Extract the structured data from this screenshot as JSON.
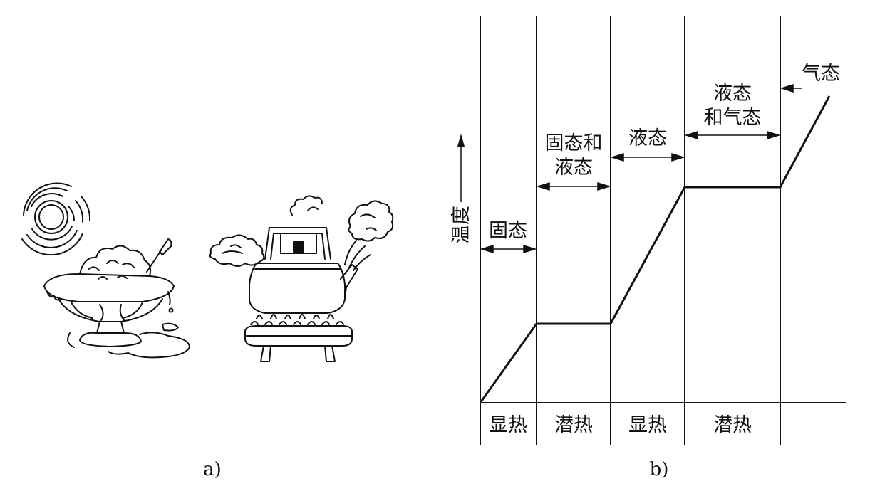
{
  "panel_a": {
    "caption": "a)",
    "illustrations": [
      "sun-icon",
      "ice-bowl-icon",
      "kettle-on-stove-icon"
    ]
  },
  "panel_b": {
    "caption": "b)",
    "y_axis_label": "温度",
    "phases": [
      {
        "id": "solid",
        "lines": [
          "固态"
        ]
      },
      {
        "id": "solid-liquid",
        "lines": [
          "固态和",
          "液态"
        ]
      },
      {
        "id": "liquid",
        "lines": [
          "液态"
        ]
      },
      {
        "id": "liquid-gas",
        "lines": [
          "液态",
          "和气态"
        ]
      },
      {
        "id": "gas",
        "lines": [
          "气态"
        ]
      }
    ],
    "heat_types": [
      "显热",
      "潜热",
      "显热",
      "潜热"
    ]
  }
}
